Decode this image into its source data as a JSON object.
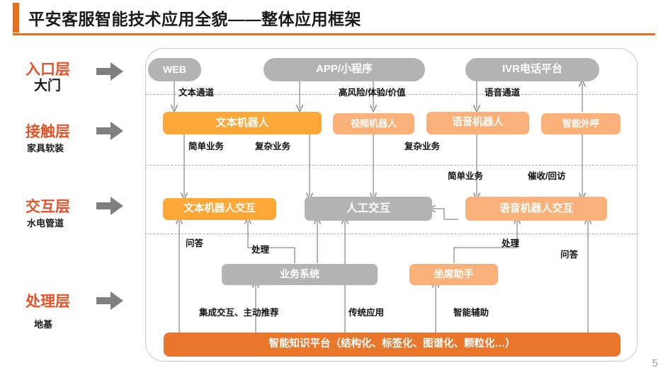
{
  "slide": {
    "title": "平安客服智能技术应用全貌——整体应用框架",
    "page_number": "5",
    "accent_color": "#E2701E"
  },
  "colors": {
    "layer_label": "#E2542A",
    "gray_node": "#B3B3B3",
    "orange_node": "#FBA838",
    "light_orange_node": "#F9B179",
    "deep_orange_node": "#E8772B",
    "connector": "#8C8C8C",
    "frame_border": "#C9C9C9"
  },
  "layers": [
    {
      "name": "入口层",
      "sub": "大门",
      "sub_size": "big"
    },
    {
      "name": "接触层",
      "sub": "家具软装",
      "sub_size": "small"
    },
    {
      "name": "交互层",
      "sub": "水电管道",
      "sub_size": "small"
    },
    {
      "name": "处理层",
      "sub": "地基",
      "sub_size": "small"
    }
  ],
  "entry_nodes": [
    {
      "label": "WEB",
      "style": "gray"
    },
    {
      "label": "APP/小程序",
      "style": "gray"
    },
    {
      "label": "IVR电话平台",
      "style": "gray"
    }
  ],
  "contact_nodes": [
    {
      "label": "文本机器人",
      "style": "orange"
    },
    {
      "label": "视频机器人",
      "style": "light_orange"
    },
    {
      "label": "语音机器人",
      "style": "light_orange"
    },
    {
      "label": "智能外呼",
      "style": "light_orange"
    }
  ],
  "interaction_nodes": [
    {
      "label": "文本机器人交互",
      "style": "orange"
    },
    {
      "label": "人工交互",
      "style": "gray"
    },
    {
      "label": "语音机器人交互",
      "style": "light_orange"
    }
  ],
  "processing_nodes": [
    {
      "label": "业务系统",
      "style": "gray"
    },
    {
      "label": "坐席助手",
      "style": "light_orange"
    }
  ],
  "platform": {
    "label": "智能知识平台（结构化、标签化、图谱化、颗粒化…）",
    "style": "deep_orange"
  },
  "edge_labels": {
    "text_channel": "文本通道",
    "high_risk": "高风险/体验/价值",
    "voice_channel": "语音通道",
    "simple_business": "简单业务",
    "complex_business": "复杂业务",
    "complex_business2": "复杂业务",
    "simple_business2": "简单业务",
    "collection_visit": "催收/回访",
    "qa_left": "问答",
    "process_left": "处理",
    "process_right": "处理",
    "qa_right": "问答",
    "integrate_push": "集成交互、主动推荐",
    "traditional_app": "传统应用",
    "smart_assist": "智能辅助"
  }
}
